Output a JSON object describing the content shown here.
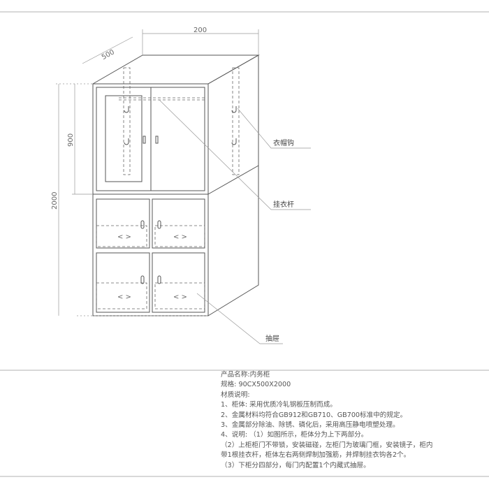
{
  "drawing": {
    "dimensions": {
      "width": "200",
      "depth": "500",
      "upper_height": "900",
      "total_height": "2000"
    },
    "callouts": {
      "hook": "衣帽钩",
      "rail": "挂衣杆",
      "drawer": "抽屉"
    },
    "drawer_handle": "< >"
  },
  "notes": {
    "lines": [
      "产品名称:内务柜",
      "规格: 90CX500X2000",
      "材质说明:",
      "1、柜体: 采用优质冷轧钢板压制而成。",
      "2、金属材料均符合GB912和GB710、GB700标准中的规定。",
      "3、金属部分除油、除锈、磷化后，采用高压静电喷塑处理。",
      "4、说明: （1）如图所示，柜体分为上下两部分。",
      "（2）上柜柜门不带锁，安装磁碰，左柜门为玻璃门框，安装镜子，柜内",
      "带1根挂衣杆，柜体左右两侧焊制加强筋，并焊制挂衣钩各2个。",
      "（3）下柜分四部分，每门内配置1个内藏式抽屉。"
    ]
  }
}
